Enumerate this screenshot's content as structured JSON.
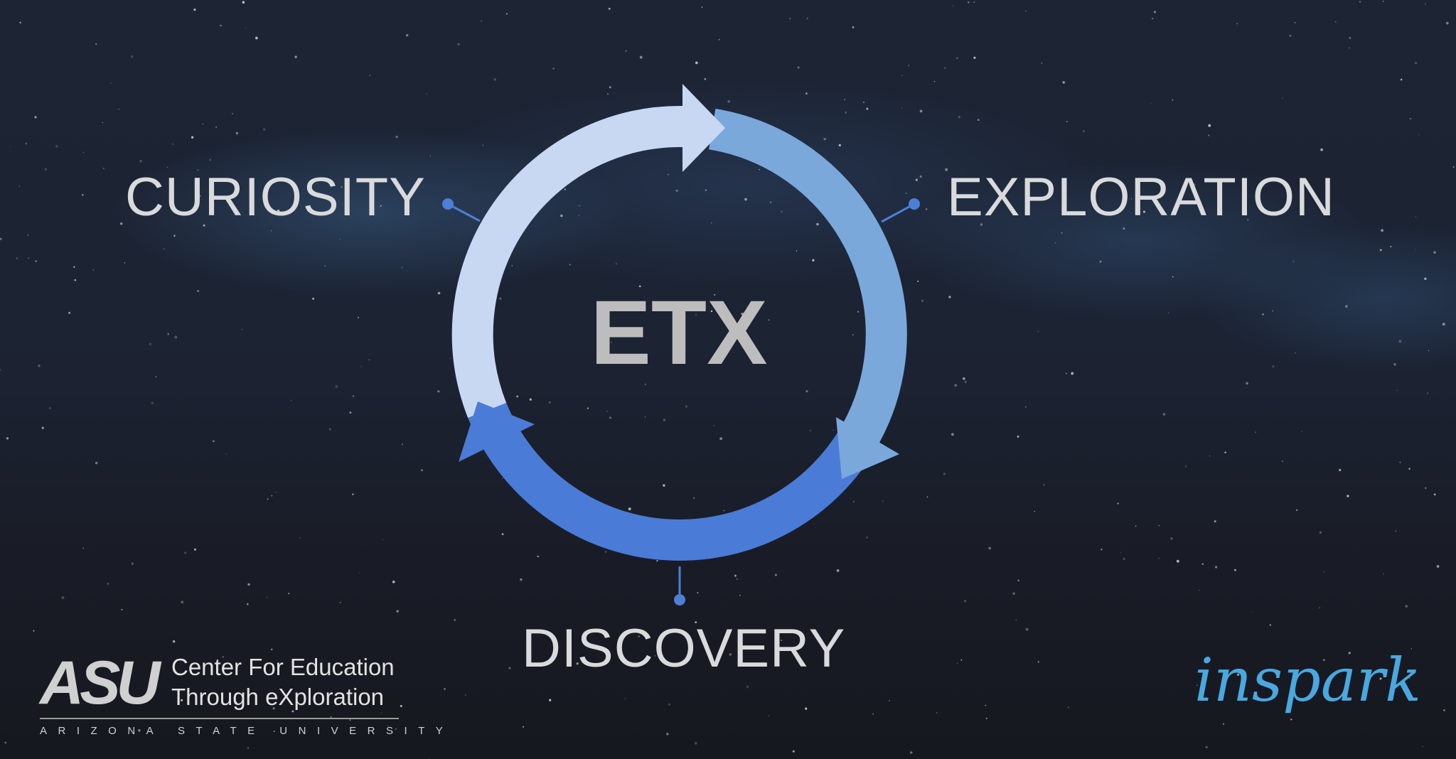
{
  "diagram": {
    "center_label": "ETX",
    "stages": [
      "CURIOSITY",
      "EXPLORATION",
      "DISCOVERY"
    ],
    "colors": {
      "curiosity_arc": "#c8d8f3",
      "exploration_arc": "#7ba8db",
      "discovery_arc": "#4a7bd6",
      "connector": "#4d7fd8",
      "label_text": "#d9dadc",
      "center_text": "#bdbdbd"
    }
  },
  "footer": {
    "asu": {
      "mark": "ASU",
      "name_line1": "Center For Education",
      "name_line2": "Through eXploration",
      "university": "ARIZONA STATE UNIVERSITY"
    },
    "inspark": "inspark",
    "inspark_color": "#49a8df"
  }
}
